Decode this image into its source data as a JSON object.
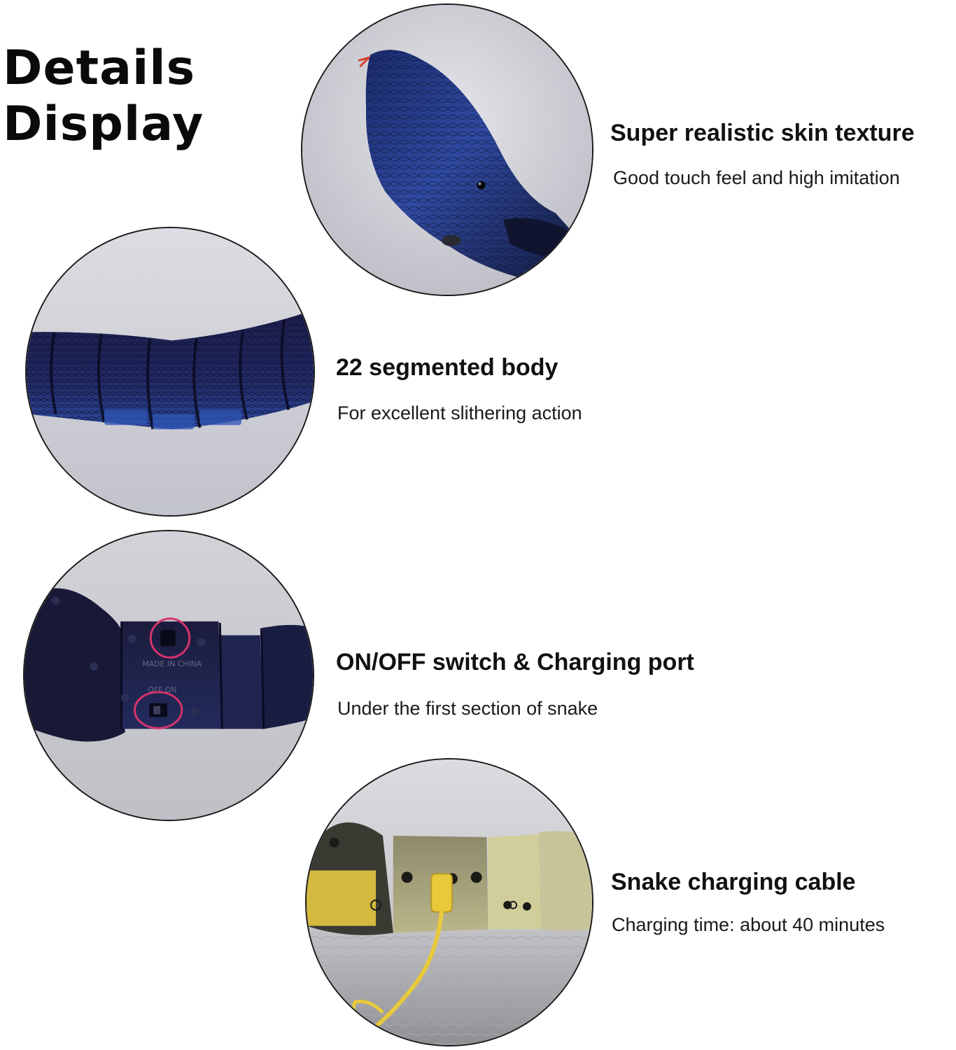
{
  "page": {
    "title_line1": "Details",
    "title_line2": "Display"
  },
  "features": [
    {
      "title": "Super realistic skin texture",
      "description": "Good touch feel and high imitation",
      "image_icon": "snake-head-photo"
    },
    {
      "title": "22 segmented body",
      "description": "For excellent slithering action",
      "image_icon": "segmented-body-photo"
    },
    {
      "title": "ON/OFF switch & Charging port",
      "description": "Under the first section of snake",
      "image_icon": "switch-port-photo"
    },
    {
      "title": "Snake charging cable",
      "description": "Charging time: about 40 minutes",
      "image_icon": "charging-cable-photo"
    }
  ],
  "colors": {
    "background": "#ffffff",
    "text": "#111111",
    "snake_blue": "#1f2f6b",
    "snake_dark": "#15183a",
    "photo_bg": "#c9c9cf",
    "highlight_circle": "#d6336c",
    "cable_yellow": "#e8c93a"
  }
}
